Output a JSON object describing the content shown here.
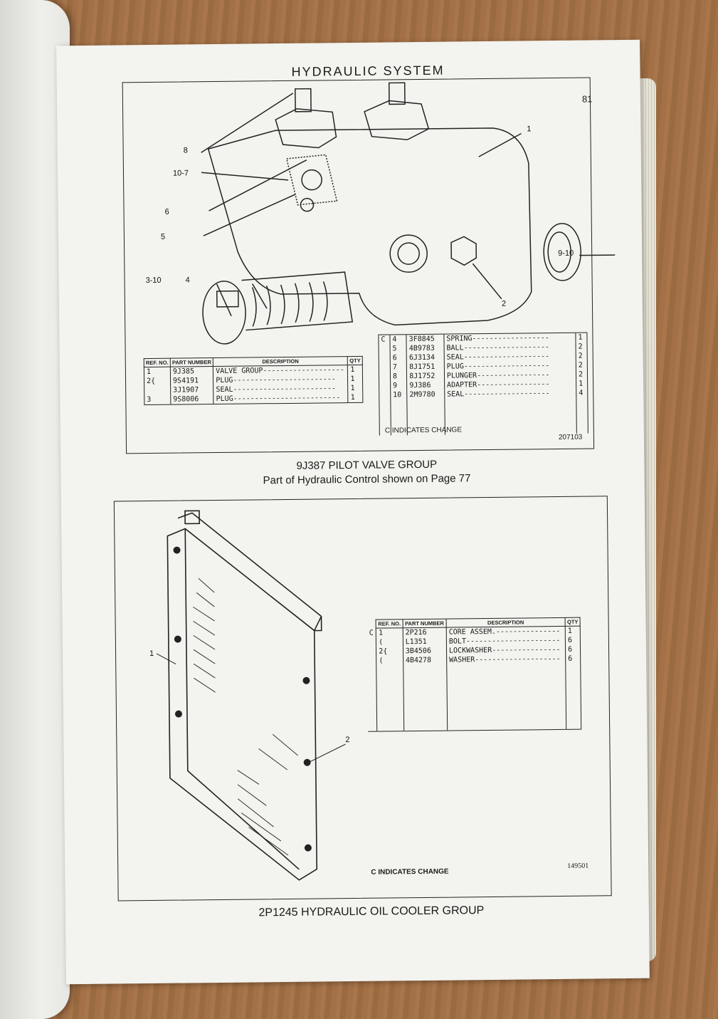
{
  "header": {
    "title": "HYDRAULIC SYSTEM",
    "page_number": "81"
  },
  "figure1": {
    "callouts": [
      "8",
      "10-7",
      "1",
      "6",
      "5",
      "3-10",
      "4",
      "9-10",
      "2"
    ],
    "table_left": {
      "headers": [
        "REF. NO.",
        "PART NUMBER",
        "DESCRIPTION",
        "QTY"
      ],
      "rows": [
        {
          "ref": "1",
          "part": "9J385",
          "desc": "VALVE GROUP-------------------",
          "qty": "1"
        },
        {
          "ref": "2{",
          "part": "9S4191",
          "desc": "   PLUG------------------------",
          "qty": "1"
        },
        {
          "ref": "",
          "part": "3J1907",
          "desc": "   SEAL------------------------",
          "qty": "1"
        },
        {
          "ref": "3",
          "part": "9S8006",
          "desc": "PLUG-------------------------",
          "qty": "1"
        }
      ]
    },
    "table_right": {
      "rows": [
        {
          "c": "C",
          "ref": "4",
          "part": "3F8845",
          "desc": "SPRING------------------",
          "qty": "1"
        },
        {
          "c": "",
          "ref": "5",
          "part": "4B9783",
          "desc": "BALL--------------------",
          "qty": "2"
        },
        {
          "c": "",
          "ref": "6",
          "part": "6J3134",
          "desc": "SEAL--------------------",
          "qty": "2"
        },
        {
          "c": "",
          "ref": "7",
          "part": "8J1751",
          "desc": "PLUG--------------------",
          "qty": "2"
        },
        {
          "c": "",
          "ref": "8",
          "part": "8J1752",
          "desc": "PLUNGER-----------------",
          "qty": "2"
        },
        {
          "c": "",
          "ref": "9",
          "part": "9J386",
          "desc": "ADAPTER-----------------",
          "qty": "1"
        },
        {
          "c": "",
          "ref": "10",
          "part": "2M9780",
          "desc": "SEAL--------------------",
          "qty": "4"
        }
      ]
    },
    "change_note": "C INDICATES CHANGE",
    "drawing_number": "207103",
    "caption_line1": "9J387 PILOT VALVE GROUP",
    "caption_line2": "Part of Hydraulic Control shown on Page 77"
  },
  "figure2": {
    "callouts": [
      "1",
      "2"
    ],
    "table": {
      "headers": [
        "REF. NO.",
        "PART NUMBER",
        "DESCRIPTION",
        "QTY"
      ],
      "rows": [
        {
          "c": "C",
          "ref": "1",
          "part": "2P216",
          "desc": "CORE ASSEM.---------------",
          "qty": "1"
        },
        {
          "c": "",
          "ref": "(",
          "part": "L1351",
          "desc": "BOLT----------------------",
          "qty": "6"
        },
        {
          "c": "",
          "ref": "2{",
          "part": "3B4506",
          "desc": "LOCKWASHER----------------",
          "qty": "6"
        },
        {
          "c": "",
          "ref": "(",
          "part": "4B4278",
          "desc": "WASHER--------------------",
          "qty": "6"
        }
      ]
    },
    "change_note": "C INDICATES CHANGE",
    "drawing_number": "149501",
    "caption": "2P1245 HYDRAULIC OIL COOLER GROUP"
  }
}
